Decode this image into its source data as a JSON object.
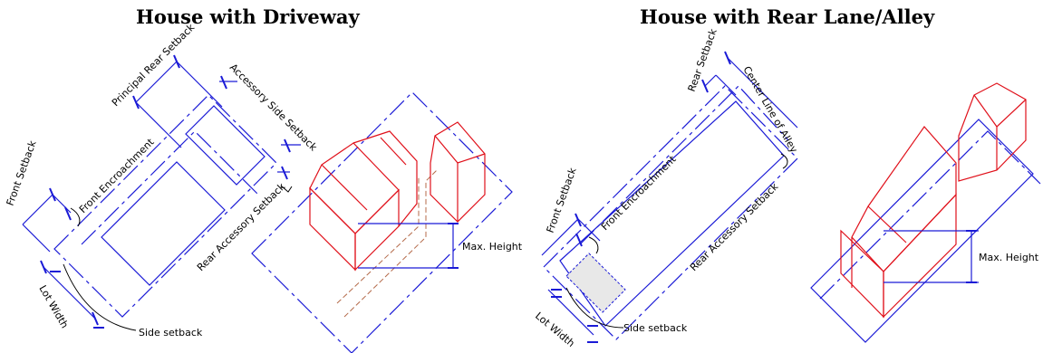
{
  "titles": {
    "left": "House with Driveway",
    "right": "House with Rear Lane/Alley"
  },
  "labels": {
    "principal_rear_setback": "Principal Rear Setback",
    "accessory_side_setback": "Accessory Side Setback",
    "front_setback_left": "Front Setback",
    "front_encroachment_left": "Front Encroachment",
    "rear_accessory_setback_left": "Rear Accessory Setback",
    "lot_width_left": "Lot Width",
    "side_setback_left": "Side setback",
    "max_height_left": "Max. Height",
    "rear_setback": "Rear Setback",
    "center_line_of_alley": "Center Line of Alley",
    "front_setback_right": "Front Setback",
    "front_encroachment_right": "Front Encroachment",
    "rear_accessory_setback_right": "Rear Accessory Setback",
    "lot_width_right": "Lot Width",
    "side_setback_right": "Side setback",
    "max_height_right": "Max. Height"
  },
  "colors": {
    "lot_lines": "#1a1ad6",
    "buildings": "#e0101a",
    "driveway": "#b46a4a"
  }
}
